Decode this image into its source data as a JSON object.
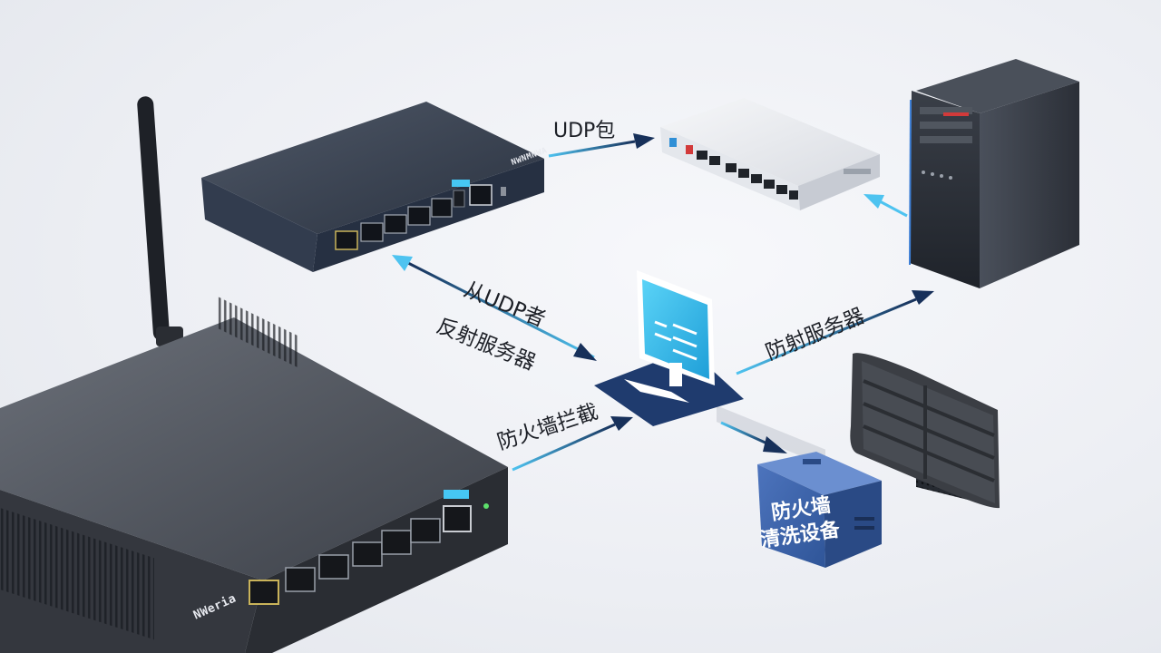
{
  "diagram": {
    "labels": {
      "udp_packet": "UDP包",
      "from_udp_line1": "从UDP者",
      "from_udp_line2": "反射服务器",
      "firewall_block": "防火墙拦截",
      "anti_reflect": "防射服务器"
    },
    "scrubbing_box": {
      "line1": "防火墙",
      "line2": "清洗设备"
    },
    "devices": [
      {
        "name": "wireless-router",
        "brand_text": "NWeria"
      },
      {
        "name": "network-switch",
        "brand_text": "NWNMNWA"
      },
      {
        "name": "patch-panel-switch",
        "brand_text": ""
      },
      {
        "name": "tower-server",
        "brand_text": ""
      },
      {
        "name": "workstation-computer",
        "brand_text": ""
      },
      {
        "name": "rack-cage",
        "brand_text": ""
      }
    ],
    "colors": {
      "arrow_dark": "#1a2f57",
      "arrow_light": "#43b6ea",
      "device_dark": "#2d3648",
      "monitor_screen": "#27b5ea",
      "box_blue": "#3f66b0"
    }
  }
}
